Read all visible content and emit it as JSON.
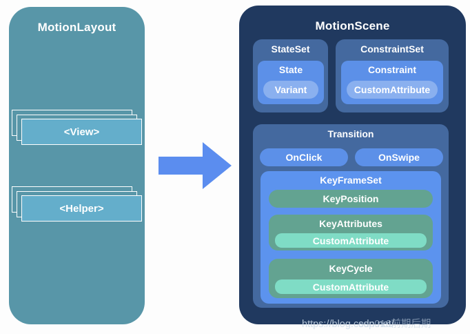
{
  "left_panel": {
    "title": "MotionLayout",
    "view_label": "<View>",
    "helper_label": "<Helper>"
  },
  "right_panel": {
    "title": "MotionScene",
    "state_set": {
      "title": "StateSet",
      "state": {
        "title": "State",
        "variant": "Variant"
      }
    },
    "constraint_set": {
      "title": "ConstraintSet",
      "constraint": {
        "title": "Constraint",
        "custom_attribute": "CustomAttribute"
      }
    },
    "transition": {
      "title": "Transition",
      "on_click": "OnClick",
      "on_swipe": "OnSwipe",
      "key_frame_set": {
        "title": "KeyFrameSet",
        "key_position": "KeyPosition",
        "key_attributes": {
          "title": "KeyAttributes",
          "custom_attribute": "CustomAttribute"
        },
        "key_cycle": {
          "title": "KeyCycle",
          "custom_attribute": "CustomAttribute"
        }
      }
    }
  },
  "watermark": {
    "url": "https://blog.csdn.net/",
    "overlay": "esp016前期后期"
  },
  "colors": {
    "left_panel_bg": "#5896a8",
    "card_front_bg": "#64aecb",
    "card_border": "#ffffff",
    "arrow": "#5b8def",
    "right_panel_bg": "#20395f",
    "container_blue_bg": "#44699f",
    "bright_blue_bg": "#5c90e8",
    "light_blue_pill_bg": "#8ab0ef",
    "keyframeset_bg": "#5c93ee",
    "green_bg": "#63a391",
    "mint_pill_bg": "#7fdcc5",
    "text": "#ffffff"
  }
}
